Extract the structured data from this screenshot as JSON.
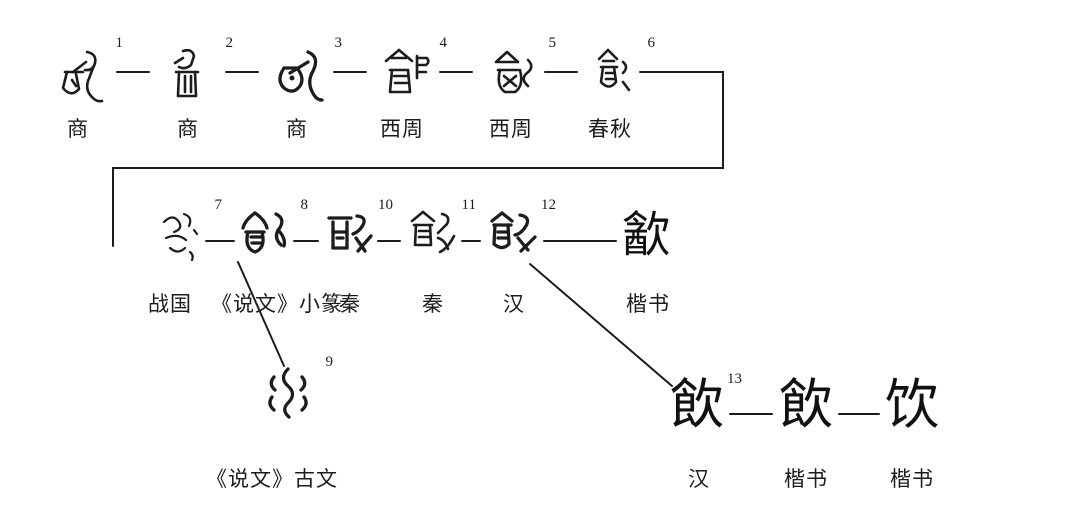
{
  "row1": {
    "items": [
      {
        "num": "1",
        "period": "商"
      },
      {
        "num": "2",
        "period": "商"
      },
      {
        "num": "3",
        "period": "商"
      },
      {
        "num": "4",
        "period": "西周"
      },
      {
        "num": "5",
        "period": "西周"
      },
      {
        "num": "6",
        "period": "春秋"
      }
    ]
  },
  "row2": {
    "items": [
      {
        "num": "7",
        "period": "战国"
      },
      {
        "num": "8",
        "period": "《说文》小篆"
      },
      {
        "num": "10",
        "period": "秦"
      },
      {
        "num": "11",
        "period": "秦"
      },
      {
        "num": "12",
        "period": "汉"
      },
      {
        "char": "㱃",
        "period": "楷书"
      }
    ]
  },
  "branch": {
    "num": "9",
    "period": "《说文》古文"
  },
  "row3": {
    "items": [
      {
        "num": "13",
        "char": "飲",
        "period": "汉"
      },
      {
        "char": "飲",
        "period": "楷书"
      },
      {
        "char": "饮",
        "period": "楷书"
      }
    ]
  }
}
